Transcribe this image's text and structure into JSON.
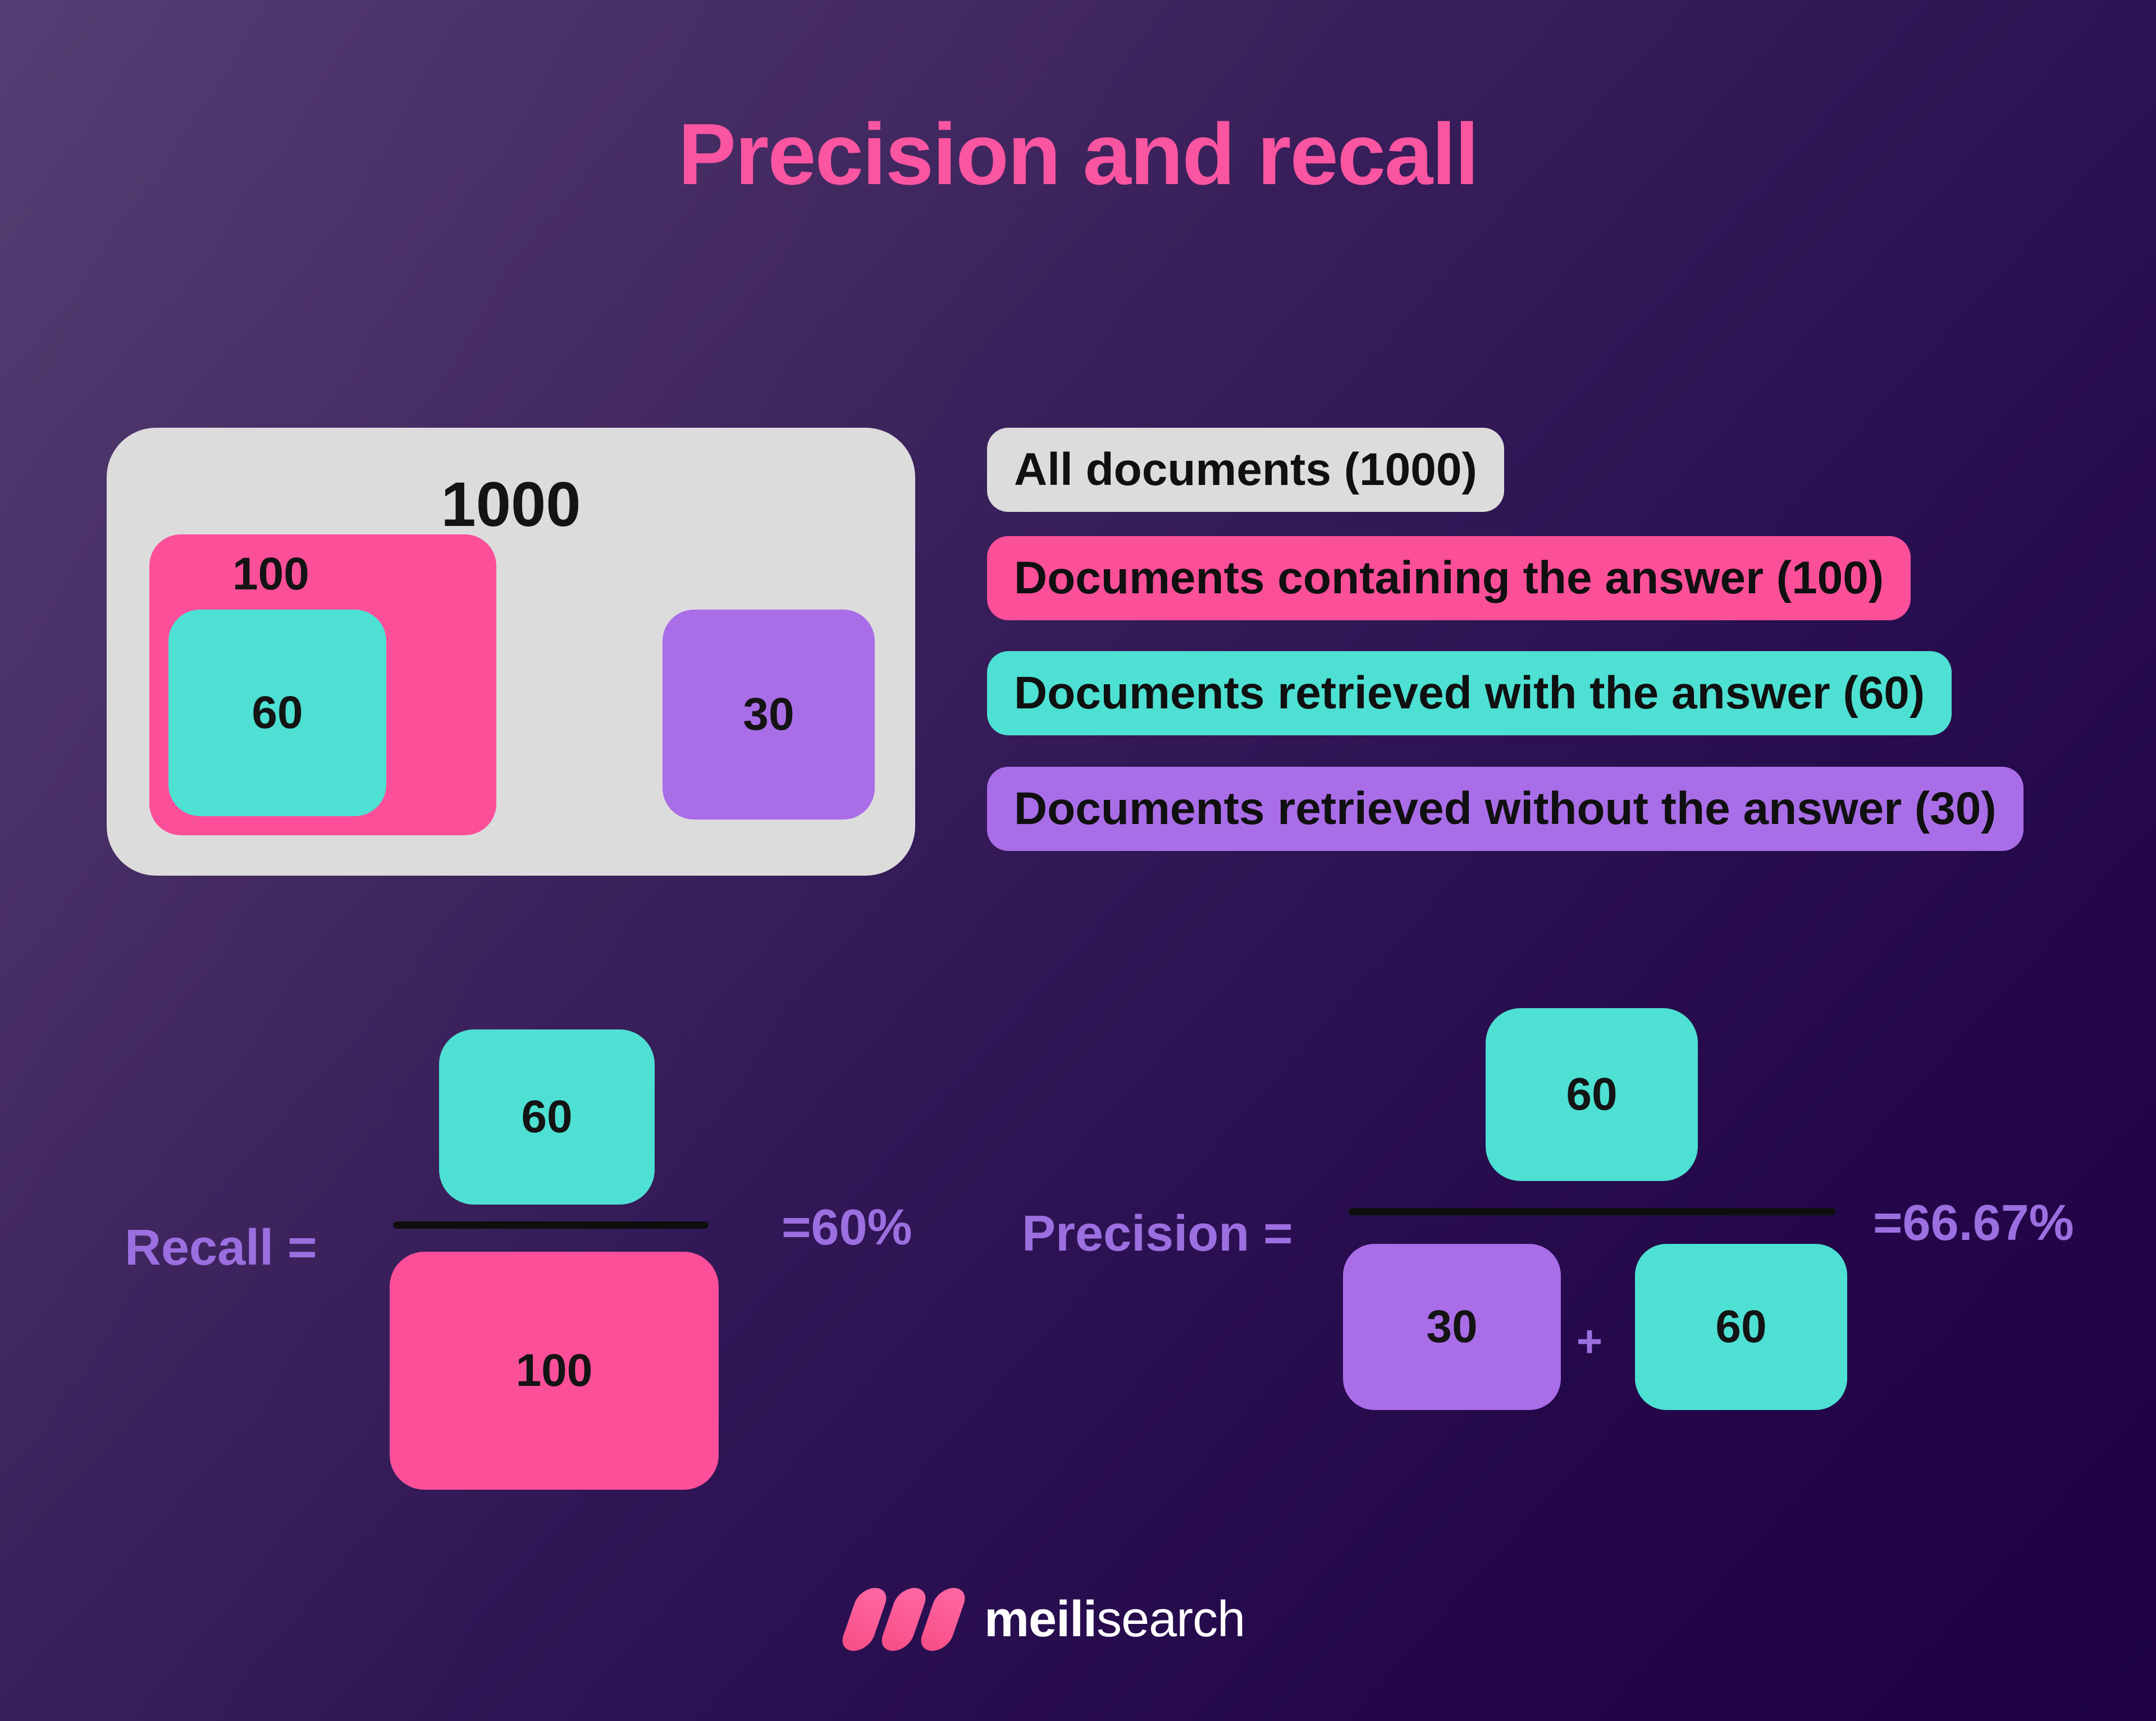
{
  "title": "Precision and recall",
  "venn": {
    "all_count": "1000",
    "containing_count": "100",
    "retrieved_with_count": "60",
    "retrieved_without_count": "30"
  },
  "legend": [
    {
      "label": "All documents (1000)"
    },
    {
      "label": "Documents containing the answer (100)"
    },
    {
      "label": "Documents retrieved with the answer (60)"
    },
    {
      "label": "Documents retrieved without the answer (30)"
    }
  ],
  "formulas": {
    "recall": {
      "label": "Recall =",
      "numerator": "60",
      "denominator": "100",
      "result": "=60%"
    },
    "precision": {
      "label": "Precision =",
      "numerator": "60",
      "denominator_left": "30",
      "operator": "+",
      "denominator_right": "60",
      "result": "=66.67%"
    }
  },
  "logo": {
    "name_bold": "meili",
    "name_light": "search"
  },
  "colors": {
    "background_top_left": "#4b326b",
    "background_bottom_right": "#1e0145",
    "title_pink": "#fa55a1",
    "pink": "#fc4f9a",
    "teal": "#4de0d3",
    "purple": "#aa6de8",
    "gray": "#dcdcdc",
    "accent_text": "#9b6fe0"
  }
}
